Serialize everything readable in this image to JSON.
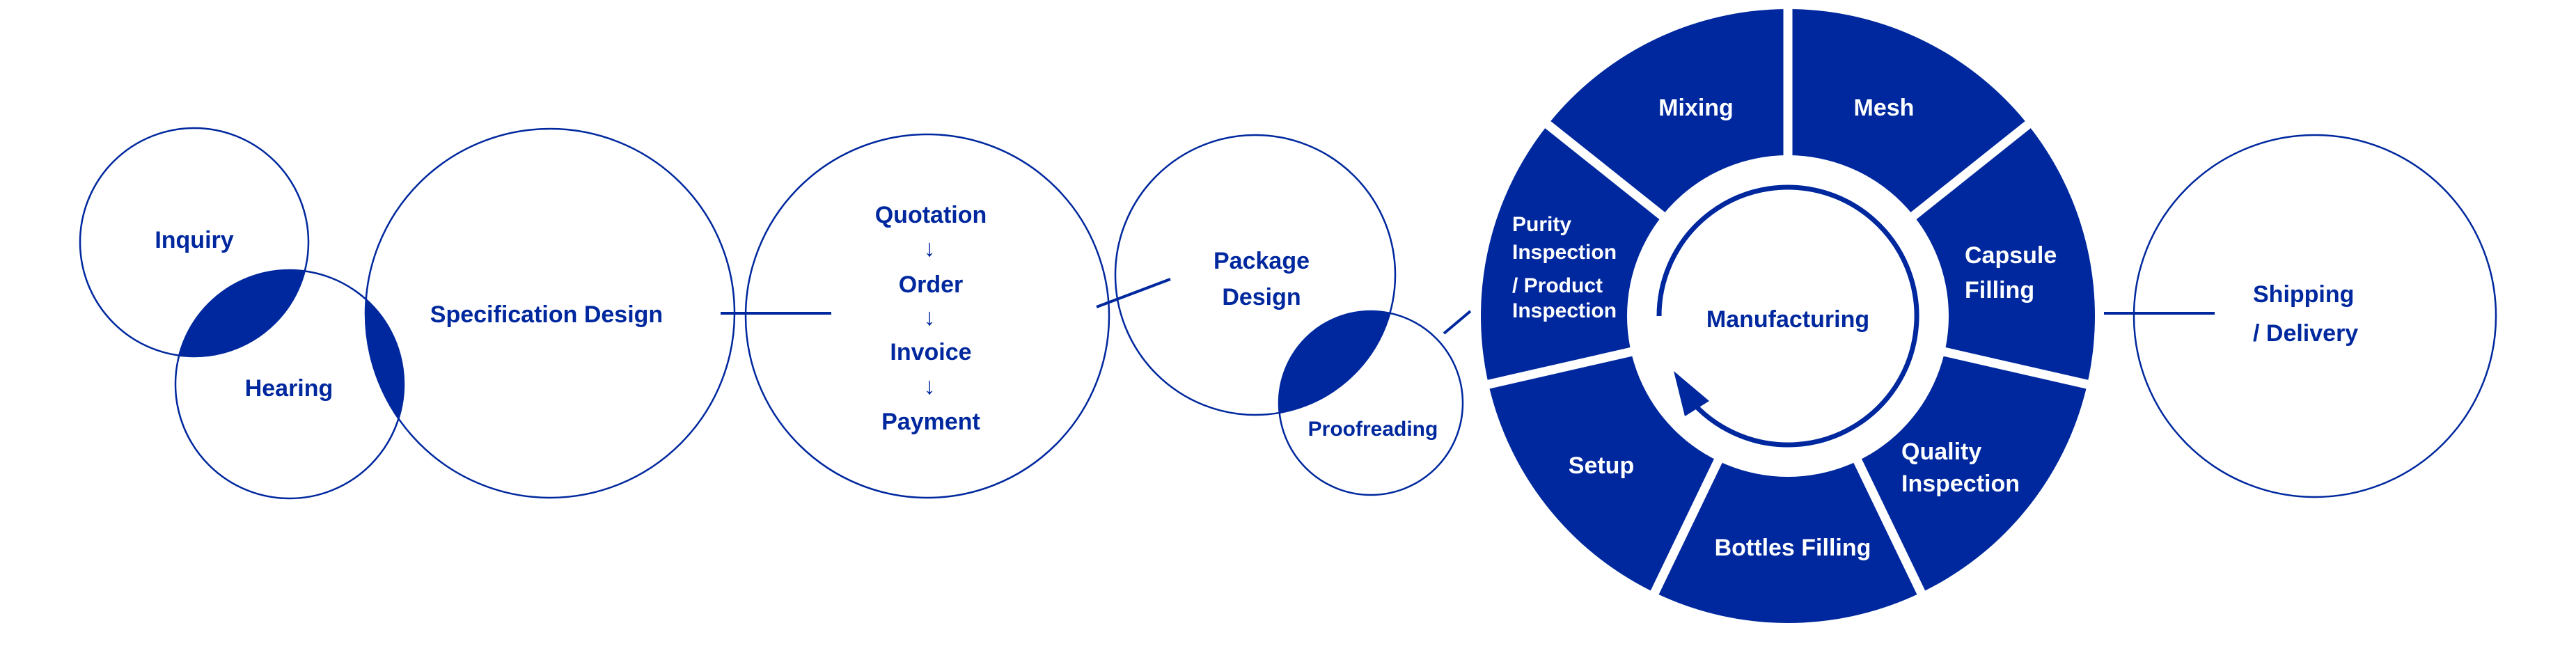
{
  "colors": {
    "primary": "#00289e",
    "background": "#ffffff"
  },
  "steps": {
    "inquiry": "Inquiry",
    "hearing": "Hearing",
    "specification": "Specification Design",
    "quotation_flow": [
      "Quotation",
      "Order",
      "Invoice",
      "Payment"
    ],
    "flow_arrow": "↓",
    "package_design": [
      "Package",
      "Design"
    ],
    "proofreading": "Proofreading",
    "shipping": [
      "Shipping",
      "/ Delivery"
    ]
  },
  "manufacturing": {
    "center": "Manufacturing",
    "segments": {
      "mixing": [
        "Mixing"
      ],
      "mesh": [
        "Mesh"
      ],
      "capsule": [
        "Capsule",
        "Filling"
      ],
      "quality": [
        "Quality",
        "Inspection"
      ],
      "bottles": [
        "Bottles Filling"
      ],
      "setup": [
        "Setup"
      ],
      "purity": [
        "Purity",
        "Inspection",
        "/ Product",
        "Inspection"
      ]
    }
  }
}
